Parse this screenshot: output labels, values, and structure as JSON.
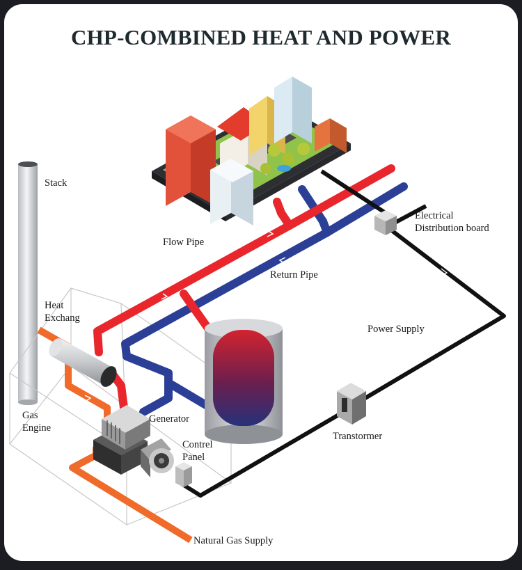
{
  "title": "CHP-COMBINED HEAT AND POWER",
  "labels": {
    "stack": "Stack",
    "flow_pipe": "Flow Pipe",
    "return_pipe": "Return Pipe",
    "heat_exchanger": "Heat\nExchang",
    "electrical_board": "Electrical\nDistribution board",
    "power_supply": "Power Supply",
    "gas_engine": "Gas\nEngine",
    "generator": "Generator",
    "control_panel": "Contrel\nPanel",
    "transformer": "Transtormer",
    "natural_gas": "Natural Gas Supply"
  },
  "colors": {
    "flow_pipe": "#e8262c",
    "return_pipe": "#2b3f96",
    "exhaust_pipe": "#f06a2a",
    "power_cable": "#111111",
    "tank_top": "#d2232f",
    "tank_bottom": "#27317a"
  }
}
